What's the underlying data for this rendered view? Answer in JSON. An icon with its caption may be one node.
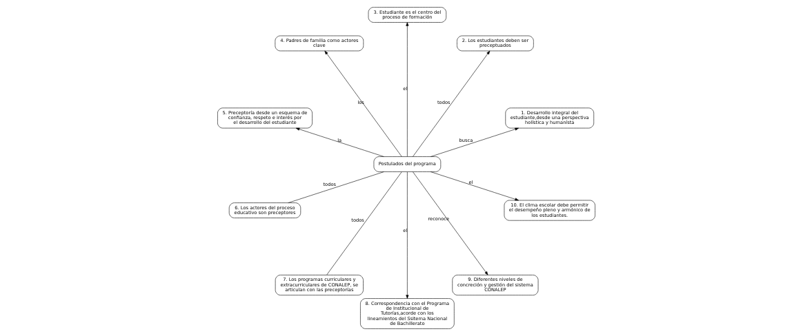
{
  "diagram": {
    "nodes": [
      {
        "text": [
          "Postulados del programa"
        ]
      },
      {
        "text": [
          "1. Desarrollo integral del estudiante,desde una perspectiva holística y humanísta"
        ]
      },
      {
        "text": [
          "2. Los estudiantes deben ser preceptuados"
        ]
      },
      {
        "text": [
          "3. Estudiante es el centro del proceso de formación"
        ]
      },
      {
        "text": [
          "4. Padres de familia como actores clave"
        ]
      },
      {
        "text": [
          "5. Preceptoría desde un esquema de confianza, respeto e interés por el desarrollo del estudiante"
        ]
      },
      {
        "text": [
          "6. Los actores del proceso educativo son preceptores"
        ]
      },
      {
        "text": [
          "7. Los programas curriculares y extracurriculares de CONALEP, se articulan con las preceptorías"
        ]
      },
      {
        "text": [
          "8. Correspondencia con el Programa de Institucional de Tutorías,acorde con los lineamientos del Ssitema Nacional de Bachillerato"
        ]
      },
      {
        "text": [
          "9. Diferentes niveles de concreción y gestión del sistema CONALEP"
        ]
      },
      {
        "text": [
          "10. El clima escolar debe permitir el desempeño pleno y armónico de los estudiantes."
        ]
      }
    ],
    "edges": [
      {
        "from": 0,
        "to": 1,
        "arrow": "to",
        "label": "busca"
      },
      {
        "from": 0,
        "to": 2,
        "arrow": "to",
        "label": "todos"
      },
      {
        "from": 0,
        "to": 3,
        "arrow": "to",
        "label": "el"
      },
      {
        "from": 0,
        "to": 4,
        "arrow": "to",
        "label": "los"
      },
      {
        "from": 0,
        "to": 5,
        "arrow": "to",
        "label": "la"
      },
      {
        "from": 0,
        "to": 6,
        "arrow": "none",
        "label": "todos"
      },
      {
        "from": 0,
        "to": 7,
        "arrow": "none",
        "label": "todos"
      },
      {
        "from": 0,
        "to": 8,
        "arrow": "to",
        "label": "el"
      },
      {
        "from": 0,
        "to": 9,
        "arrow": "to",
        "label": "reconoce"
      },
      {
        "from": 0,
        "to": 10,
        "arrow": "to",
        "label": "el"
      }
    ]
  }
}
